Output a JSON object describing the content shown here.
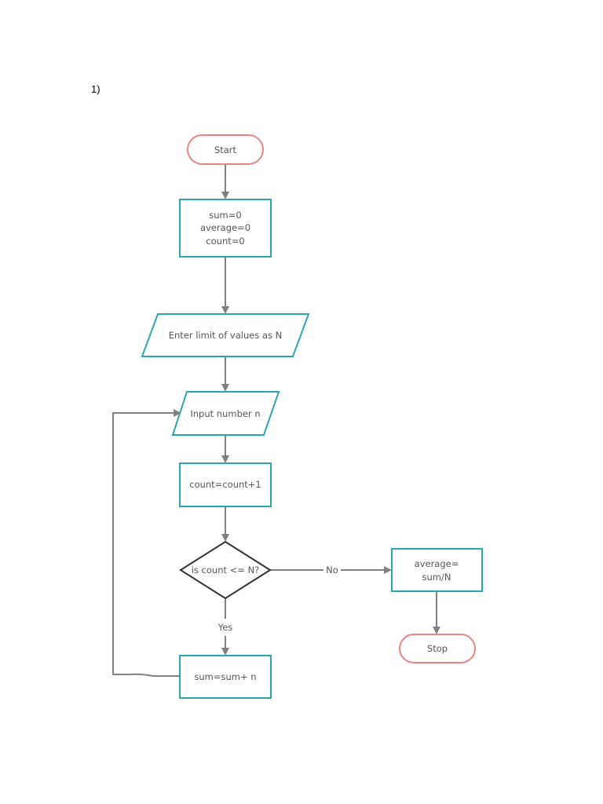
{
  "page": {
    "number_label": "1)"
  },
  "colors": {
    "process_stroke": "#2aa6ae",
    "terminal_stroke": "#e88581",
    "decision_stroke": "#333333",
    "arrow": "#808080",
    "text": "#555555"
  },
  "nodes": {
    "start": {
      "label": "Start"
    },
    "init": {
      "lines": [
        "sum=0",
        "average=0",
        "count=0"
      ]
    },
    "enter_limit": {
      "label": "Enter limit of values as N"
    },
    "input_number": {
      "label": "Input number n"
    },
    "increment": {
      "label": "count=count+1"
    },
    "decision": {
      "label": "is count <= N?"
    },
    "add": {
      "label": "sum=sum+ n"
    },
    "average": {
      "lines": [
        "average=",
        "sum/N"
      ]
    },
    "stop": {
      "label": "Stop"
    }
  },
  "edges": {
    "no_label": "No",
    "yes_label": "Yes"
  }
}
